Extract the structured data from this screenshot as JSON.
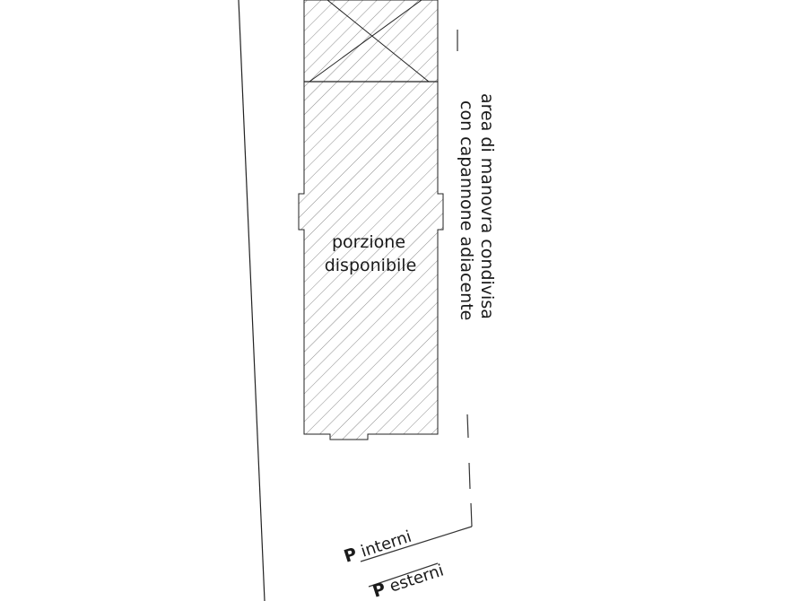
{
  "plan": {
    "portion_label_line1": "porzione",
    "portion_label_line2": "disponibile",
    "side_label_line1": "area di manovra condivisa",
    "side_label_line2": "con capannone adiacente",
    "parking_internal_letter": "P",
    "parking_internal_text": " interni",
    "parking_external_letter": "P",
    "parking_external_text": " esterni"
  },
  "colors": {
    "line": "#222222",
    "hatch": "#8a8a8a",
    "text": "#1a1a1a"
  }
}
